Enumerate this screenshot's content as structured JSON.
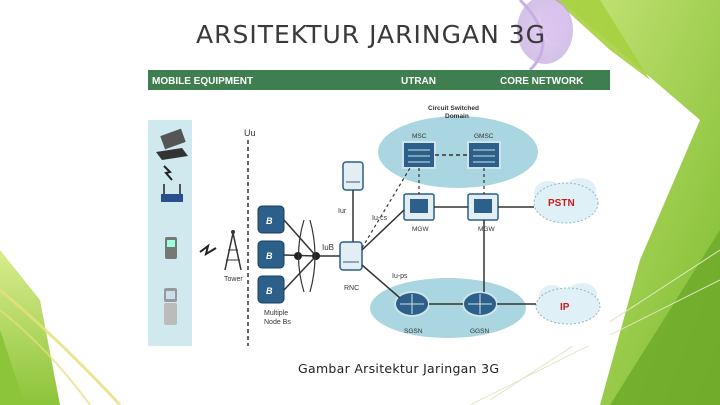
{
  "slide": {
    "title": "ARSITEKTUR JARINGAN 3G",
    "caption": "Gambar Arsitektur Jaringan 3G"
  },
  "diagram": {
    "header": {
      "mobile_equipment": "MOBILE EQUIPMENT",
      "utran": "UTRAN",
      "core_network": "CORE NETWORK"
    },
    "labels": {
      "uu": "Uu",
      "iur": "Iur",
      "iub": "IuB",
      "iu_cs": "Iu-cs",
      "iu_ps": "Iu-ps",
      "rnc": "RNC",
      "tower": "Tower",
      "multiple_node_bs_line1": "Multiple",
      "multiple_node_bs_line2": "Node Bs",
      "node_b": "B",
      "circuit_switched_line1": "Circuit Switched",
      "circuit_switched_line2": "Domain",
      "msc": "MSC",
      "gmsc": "GMSC",
      "mgw_left": "MGW",
      "mgw_right": "MGW",
      "sgsn": "SGSN",
      "ggsn": "GGSN",
      "pstn": "PSTN",
      "ip": "IP"
    },
    "colors": {
      "header_bar": "#3f7f4f",
      "header_text": "#ffffff",
      "domain_ellipse": "#a9d6e0",
      "node_box": "#2c5f8a",
      "cloud_text": "#cc1d1d"
    }
  },
  "decor_colors": {
    "green_light": "#a6d040",
    "green_dark": "#6faa2a",
    "purple": "#b79ad9",
    "yellow": "#e6e07a"
  }
}
